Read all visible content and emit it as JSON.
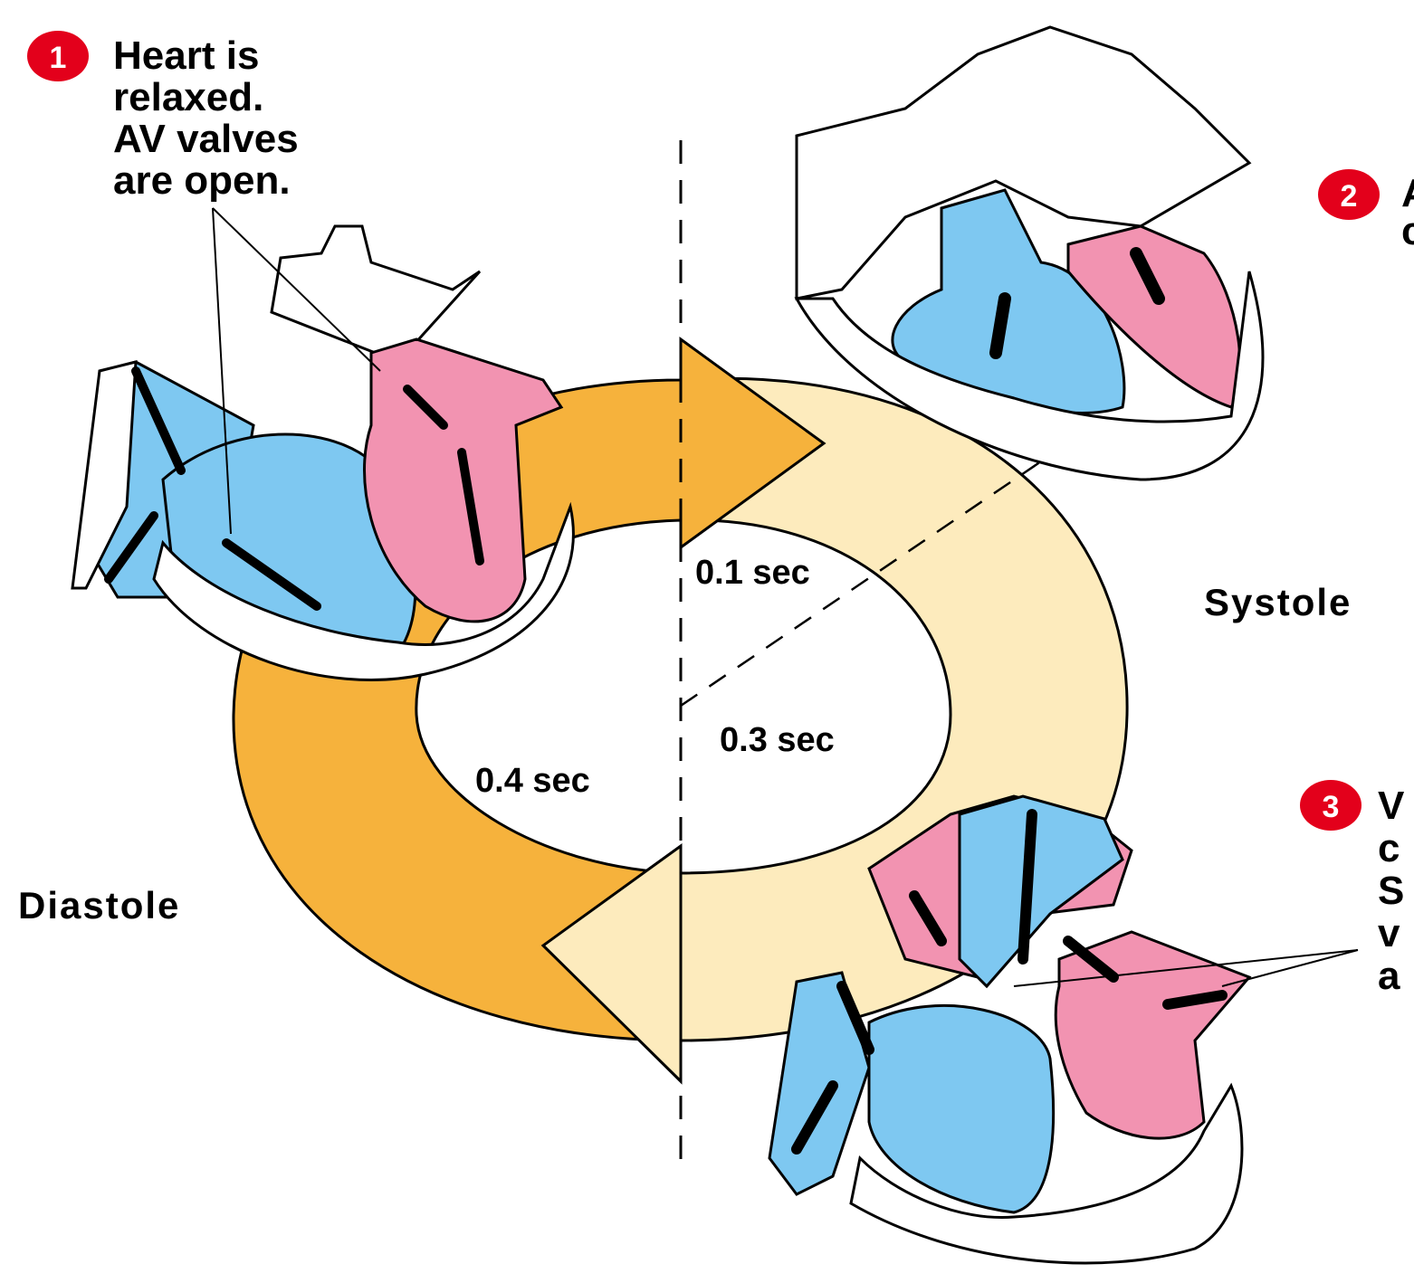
{
  "steps": [
    {
      "number": "1",
      "lines": [
        "Heart is",
        "relaxed.",
        "AV valves",
        "are open."
      ]
    },
    {
      "number": "2",
      "lines": [
        "A",
        "c"
      ]
    },
    {
      "number": "3",
      "lines": [
        "V",
        "c",
        "S",
        "v",
        "a"
      ]
    }
  ],
  "phases": {
    "systole": "Systole",
    "diastole": "Diastole"
  },
  "durations": {
    "d1": "0.1 sec",
    "d2": "0.3 sec",
    "d3": "0.4 sec"
  },
  "colors": {
    "diastole_arrow": "#f6b23c",
    "systole_arrow": "#fdebbd",
    "deoxygenated_blood": "#7ec8f1",
    "oxygenated_blood": "#f293b1",
    "badge": "#e3001b"
  }
}
